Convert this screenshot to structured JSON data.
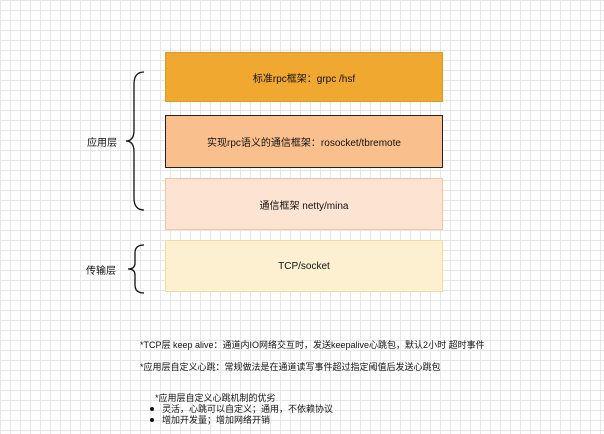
{
  "layers": {
    "app_label": "应用层",
    "transport_label": "传输层"
  },
  "boxes": [
    {
      "label": "标准rpc框架：grpc /hsf",
      "color": "#f0a830"
    },
    {
      "label": "实现rpc语义的通信框架：rosocket/tbremote",
      "color": "#f9c08d"
    },
    {
      "label": "通信框架 netty/mina",
      "color": "#fde4d2"
    },
    {
      "label": "TCP/socket",
      "color": "#fcf0d0"
    }
  ],
  "notes": {
    "tcp_keepalive": "*TCP层 keep alive：通道内IO网络交互时，发送keepalive心跳包，默认2小时 超时事件",
    "app_heartbeat": "*应用层自定义心跳：常规做法是在通道读写事件超过指定阈值后发送心跳包"
  },
  "advantages": {
    "title": "*应用层自定义心跳机制的优劣",
    "items": [
      "灵活，心跳可以自定义；通用，不依赖协议",
      "增加开发量；增加网络开销"
    ]
  }
}
